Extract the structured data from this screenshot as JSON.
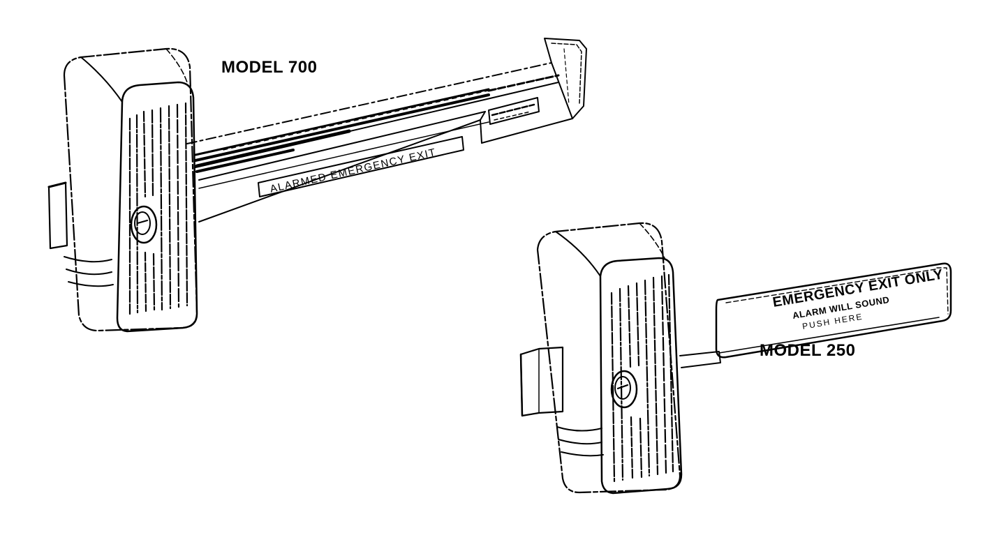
{
  "devices": [
    {
      "model_label": "MODEL 700",
      "bar_text": "ALARMED EMERGENCY EXIT"
    },
    {
      "model_label": "MODEL 250",
      "plate_lines": [
        "EMERGENCY EXIT ONLY",
        "ALARM WILL SOUND",
        "PUSH HERE"
      ]
    }
  ],
  "colors": {
    "ink": "#000000",
    "paper": "#ffffff"
  }
}
